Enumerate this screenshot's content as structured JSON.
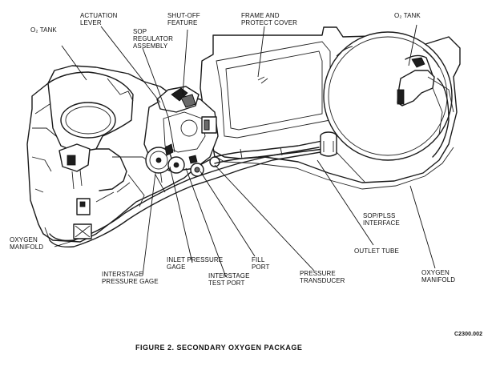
{
  "figure": {
    "caption": "FIGURE 2.  SECONDARY OXYGEN PACKAGE",
    "code": "C2300.002"
  },
  "labels": {
    "o2_tank_left": [
      "O₂ TANK"
    ],
    "actuation_lever": [
      "ACTUATION",
      "LEVER"
    ],
    "shutoff_feature": [
      "SHUT-OFF",
      "FEATURE"
    ],
    "frame_cover": [
      "FRAME AND",
      "PROTECT COVER"
    ],
    "o2_tank_right": [
      "O₂ TANK"
    ],
    "sop_regulator": [
      "SOP",
      "REGULATOR",
      "ASSEMBLY"
    ],
    "sop_plss_interface": [
      "SOP/PLSS",
      "INTERFACE"
    ],
    "oxygen_manifold_left": [
      "OXYGEN",
      "MANIFOLD"
    ],
    "outlet_tube": [
      "OUTLET TUBE"
    ],
    "inlet_pressure_gage": [
      "INLET PRESSURE",
      "GAGE"
    ],
    "fill_port": [
      "FILL",
      "PORT"
    ],
    "oxygen_manifold_right": [
      "OXYGEN",
      "MANIFOLD"
    ],
    "interstage_pressure_gage": [
      "INTERSTAGE",
      "PRESSURE GAGE"
    ],
    "interstage_test_port": [
      "INTERSTAGE",
      "TEST PORT"
    ],
    "pressure_transducer": [
      "PRESSURE",
      "TRANSDUCER"
    ]
  }
}
